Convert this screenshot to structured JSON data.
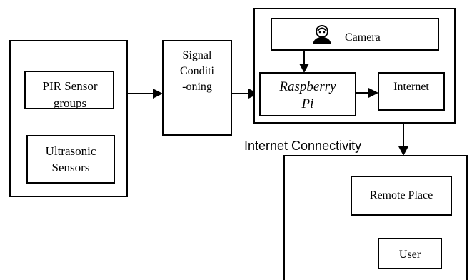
{
  "diagram": {
    "pir_label": "PIR Sensor",
    "pir_label2": "groups",
    "ultrasonic_line1": "Ultrasonic",
    "ultrasonic_line2": "Sensors",
    "signal_line1": "Signal",
    "signal_line2": "Conditi",
    "signal_line3": "-oning",
    "camera_icon": "camera-person-icon",
    "camera_label": "Camera",
    "raspberry_line1": "Raspberry",
    "raspberry_line2": "Pi",
    "internet_label": "Internet",
    "connectivity_label": "Internet Connectivity",
    "remote_label": "Remote Place",
    "user_label": "User"
  }
}
